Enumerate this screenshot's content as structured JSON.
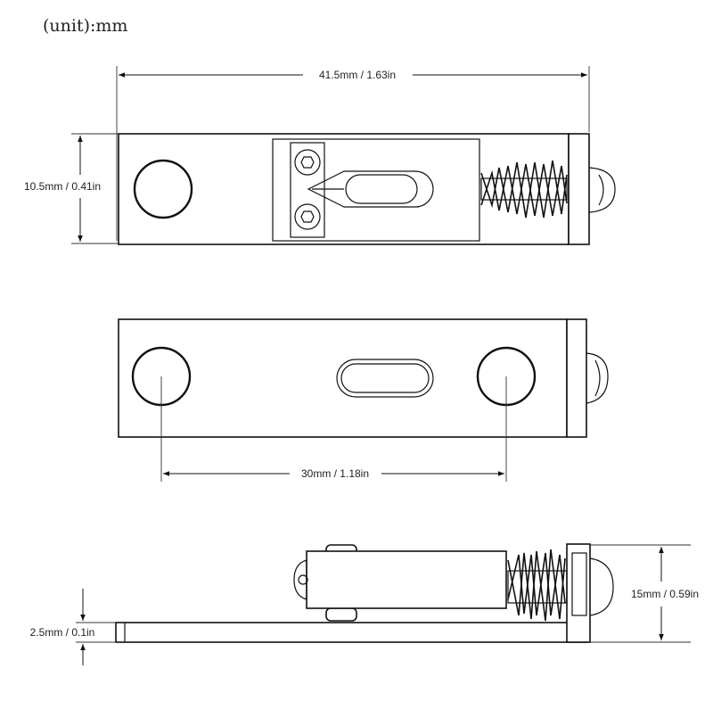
{
  "unit_note": "(unit):mm",
  "dimensions": {
    "overall_length": "41.5mm / 1.63in",
    "width": "10.5mm / 0.41in",
    "hole_spacing": "30mm / 1.18in",
    "height": "15mm / 0.59in",
    "base_thickness": "2.5mm / 0.1in"
  },
  "views": [
    "top-view",
    "bottom-view",
    "side-view"
  ]
}
